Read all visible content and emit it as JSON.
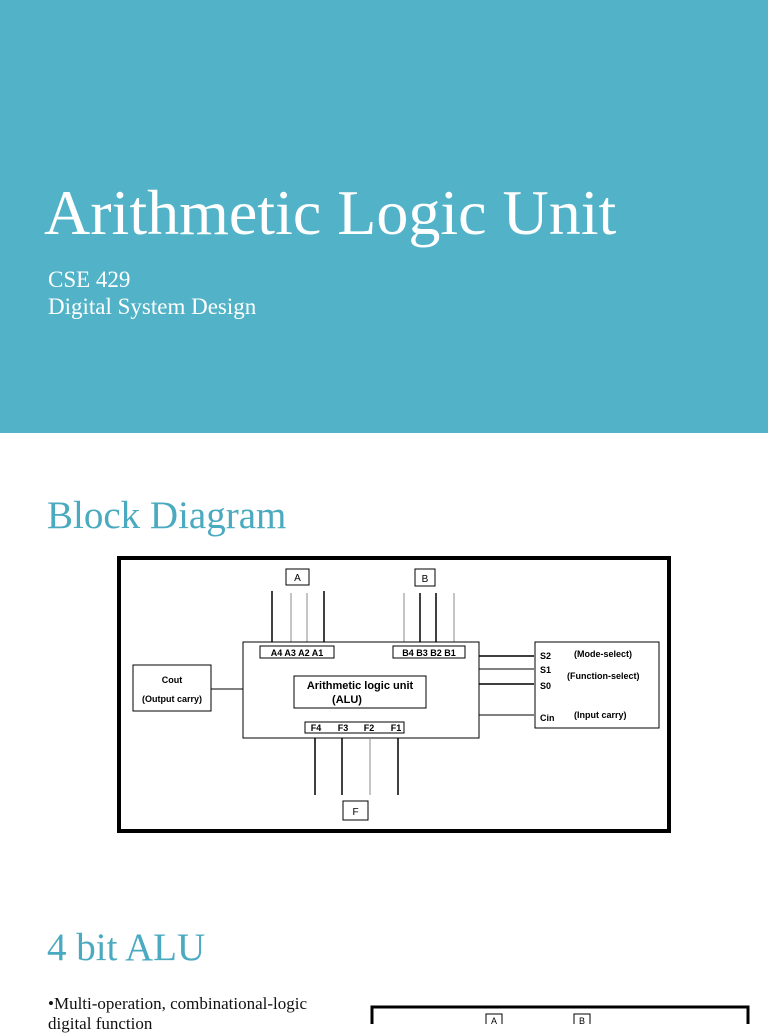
{
  "slide1": {
    "title": "Arithmetic Logic Unit",
    "subtitle_line1": "CSE 429",
    "subtitle_line2": "Digital System Design",
    "background_color": "#52b3c8"
  },
  "slide2": {
    "heading": "Block Diagram",
    "diagram": {
      "input_a": "A",
      "input_b": "B",
      "output_f": "F",
      "a_bits": "A4  A3  A2  A1",
      "b_bits": "B4  B3  B2  B1",
      "f_bits": [
        "F4",
        "F3",
        "F2",
        "F1"
      ],
      "alu_label_line1": "Arithmetic logic unit",
      "alu_label_line2": "(ALU)",
      "cout_line1": "Cout",
      "cout_line2": "(Output carry)",
      "select_pins": [
        "S2",
        "S1",
        "S0",
        "Cin"
      ],
      "mode_select": "(Mode-select)",
      "function_select": "(Function-select)",
      "input_carry": "(Input carry)"
    }
  },
  "slide3": {
    "heading": "4 bit ALU",
    "bullet_text": "•Multi-operation, combinational-logic digital function",
    "diagram_labels": [
      "A",
      "B"
    ]
  }
}
